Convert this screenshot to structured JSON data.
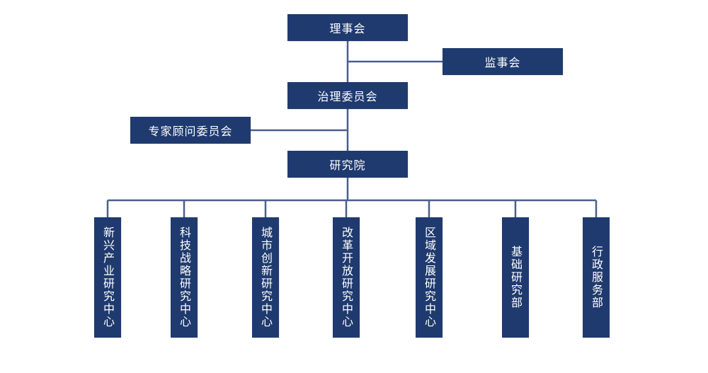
{
  "colors": {
    "box_fill": "#1f3a6e",
    "box_text": "#ffffff",
    "connector": "#4a5f8f"
  },
  "nodes": {
    "board": "理事会",
    "supervisory_board": "监事会",
    "governance_committee": "治理委员会",
    "expert_advisory_committee": "专家顾问委员会",
    "institute": "研究院"
  },
  "departments": [
    "新兴产业研究中心",
    "科技战略研究中心",
    "城市创新研究中心",
    "改革开放研究中心",
    "区域发展研究中心",
    "基础研究部",
    "行政服务部"
  ]
}
